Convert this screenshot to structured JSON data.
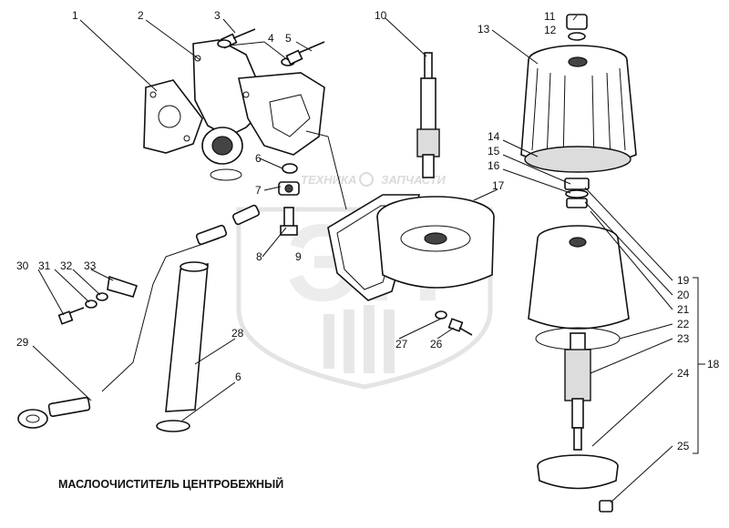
{
  "caption": "МАСЛООЧИСТИТЕЛЬ ЦЕНТРОБЕЖНЫЙ",
  "watermark": {
    "left": "ТЕХНИКА",
    "right": "ЗАПЧАСТИ",
    "logo_letters": "ЭП"
  },
  "labels": {
    "n1": "1",
    "n2": "2",
    "n3": "3",
    "n4": "4",
    "n5": "5",
    "n6a": "6",
    "n6b": "6",
    "n7": "7",
    "n8": "8",
    "n9": "9",
    "n10": "10",
    "n11": "11",
    "n12": "12",
    "n13": "13",
    "n14": "14",
    "n15": "15",
    "n16": "16",
    "n17": "17",
    "n18": "18",
    "n19": "19",
    "n20": "20",
    "n21": "21",
    "n22": "22",
    "n23": "23",
    "n24": "24",
    "n25": "25",
    "n26": "26",
    "n27": "27",
    "n28": "28",
    "n29": "29",
    "n30": "30",
    "n31": "31",
    "n32": "32",
    "n33": "33"
  }
}
